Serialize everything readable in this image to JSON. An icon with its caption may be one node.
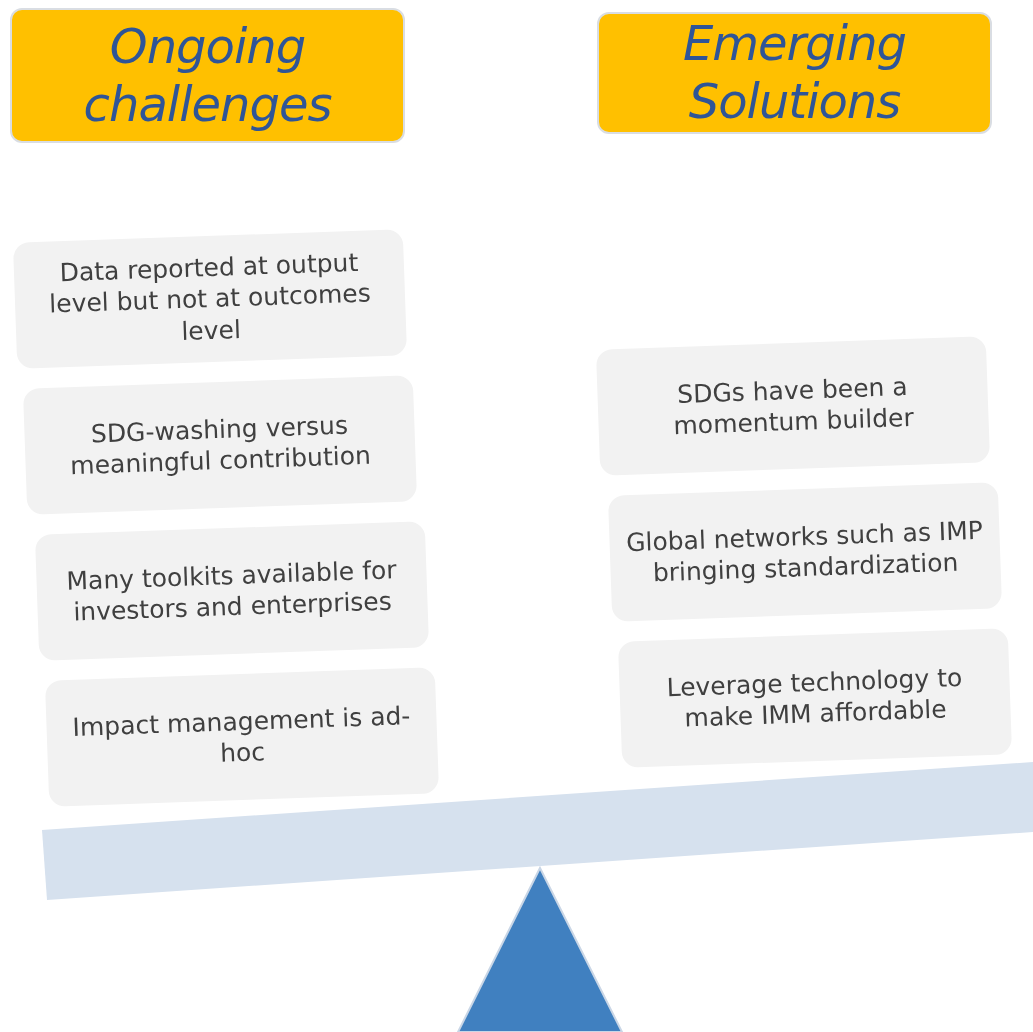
{
  "diagram": {
    "nodes": [
      {
        "text": [
          "Ongoing challenges"
        ]
      },
      {
        "text": [
          "Emerging Solutions"
        ]
      },
      {
        "text": [
          "Data reported at output level but not at outcomes level"
        ]
      },
      {
        "text": [
          "SDG-washing versus meaningful contribution"
        ]
      },
      {
        "text": [
          "Many toolkits available for investors and enterprises"
        ]
      },
      {
        "text": [
          "Impact management is ad-hoc"
        ]
      },
      {
        "text": [
          "SDGs have been a momentum builder"
        ]
      },
      {
        "text": [
          "Global networks such as IMP bringing standardization"
        ]
      },
      {
        "text": [
          "Leverage technology to make IMM affordable"
        ]
      }
    ],
    "edges": []
  }
}
